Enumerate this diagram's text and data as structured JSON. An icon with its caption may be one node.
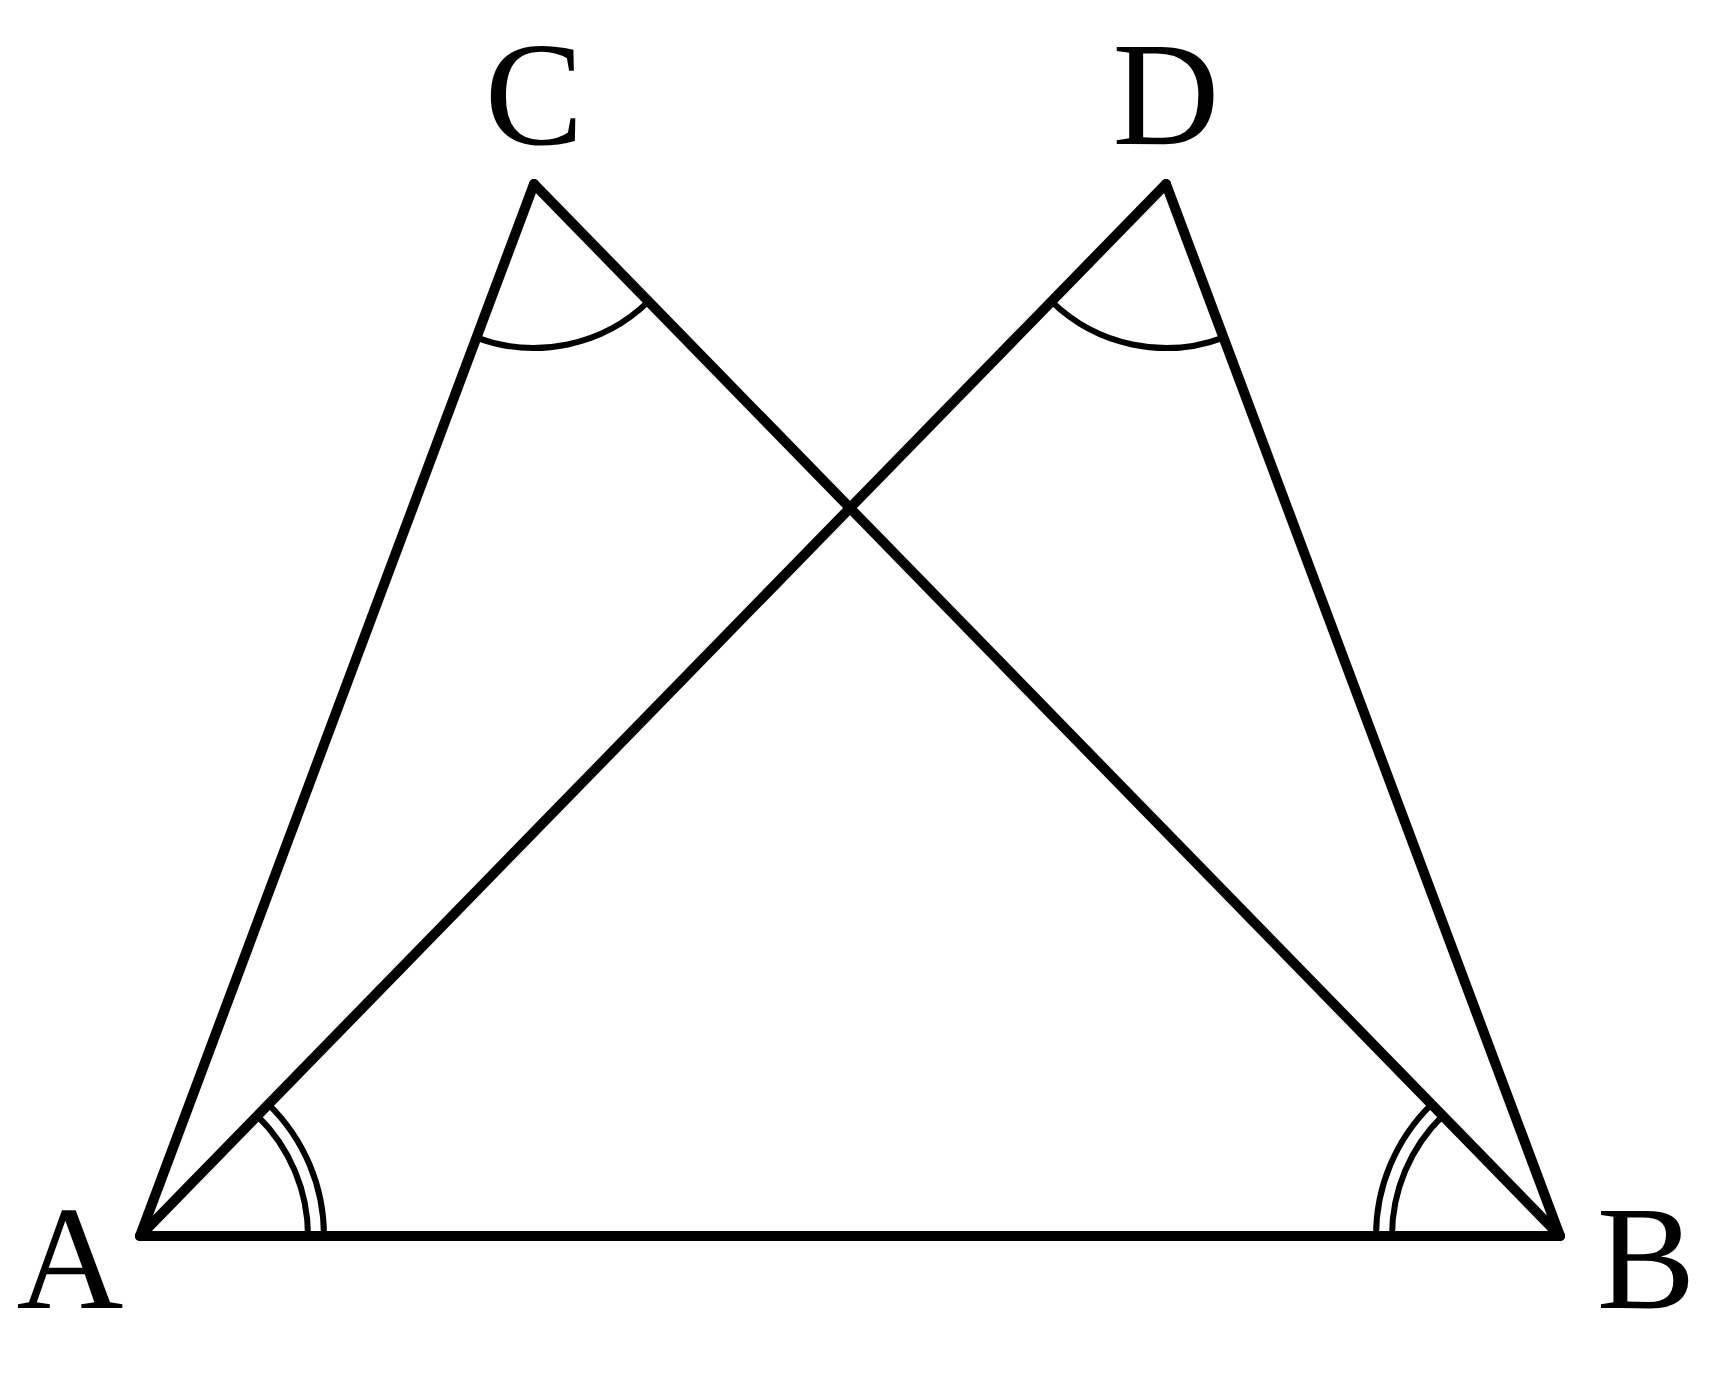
{
  "diagram": {
    "nodes": [
      {
        "text": [
          "C"
        ]
      },
      {
        "text": [
          "D"
        ]
      },
      {
        "text": [
          "A"
        ]
      },
      {
        "text": [
          "B"
        ]
      }
    ],
    "edges": [
      {
        "from": 2,
        "to": 0,
        "arrow": "none"
      },
      {
        "from": 0,
        "to": 3,
        "arrow": "none"
      },
      {
        "from": 2,
        "to": 1,
        "arrow": "none"
      },
      {
        "from": 1,
        "to": 3,
        "arrow": "none"
      },
      {
        "from": 2,
        "to": 3,
        "arrow": "none"
      }
    ]
  }
}
